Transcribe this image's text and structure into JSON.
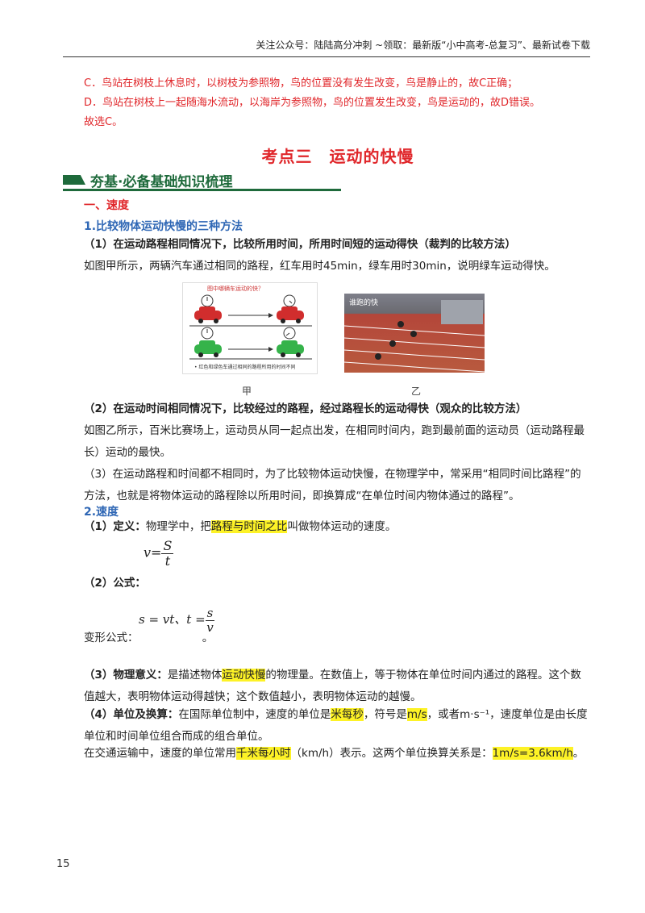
{
  "header": {
    "text": "关注公众号：陆陆高分冲刺 ~领取：最新版“小中高考-总复习”、最新试卷下载"
  },
  "prev_answer": {
    "c": "C．鸟站在树枝上休息时，以树枝为参照物，鸟的位置没有发生改变，鸟是静止的，故C正确；",
    "d": "D．鸟站在树枝上一起随海水流动，以海岸为参照物，鸟的位置发生改变，鸟是运动的，故D错误。",
    "conclusion": "故选C。"
  },
  "title": "考点三　运动的快慢",
  "banner": "夯基·必备基础知识梳理",
  "section1": "一、速度",
  "sub1": "1.比较物体运动快慢的三种方法",
  "method1": {
    "heading": "（1）在运动路程相同情况下，比较所用时间，所用时间短的运动得快（裁判的比较方法）",
    "text": "如图甲所示，两辆汽车通过相同的路程，红车用时45min，绿车用时30min，说明绿车运动得快。"
  },
  "figure1": {
    "title": "图中哪辆车运动的快？",
    "caption": "• 红色和绿色车通过相同的路程所用的时间不同",
    "label": "甲"
  },
  "figure2": {
    "title": "谁跑的快",
    "label": "乙"
  },
  "method2": {
    "heading": "（2）在运动时间相同情况下，比较经过的路程，经过路程长的运动得快（观众的比较方法）",
    "text": "如图乙所示，百米比赛场上，运动员从同一起点出发，在相同时间内，跑到最前面的运动员（运动路程最长）运动的最快。"
  },
  "method3": {
    "text": "（3）在运动路程和时间都不相同时，为了比较物体运动快慢，在物理学中，常采用“相同时间比路程”的方法，也就是将物体运动的路程除以所用时间，即换算成“在单位时间内物体通过的路程”。"
  },
  "sub2": "2.速度",
  "definition": {
    "label": "（1）定义：",
    "pre": "物理学中，把",
    "highlight": "路程与时间之比",
    "post": "叫做物体运动的速度。"
  },
  "formula_main": {
    "lhs": "v",
    "num": "S",
    "den": "t"
  },
  "formula_label": "（2）公式：",
  "variant": {
    "label": "变形公式：",
    "s_eq": "s = vt、t =",
    "num": "s",
    "den": "v",
    "end": "。"
  },
  "meaning": {
    "label": "（3）物理意义：",
    "pre": "是描述物体",
    "highlight": "运动快慢",
    "post": "的物理量。在数值上，等于物体在单位时间内通过的路程。这个数值越大，表明物体运动得越快；这个数值越小，表明物体运动的越慢。"
  },
  "unit": {
    "label": "（4）单位及换算：",
    "pre": "在国际单位制中，速度的单位是",
    "hl1": "米每秒",
    "mid1": "，符号是",
    "hl2": "m/s",
    "post": "，或者m·s⁻¹，速度单位是由长度单位和时间单位组合而成的组合单位。"
  },
  "traffic": {
    "pre": "在交通运输中，速度的单位常用",
    "hl1": "千米每小时",
    "mid": "（km/h）表示。这两个单位换算关系是：",
    "hl2": "1m/s=3.6km/h",
    "end": "。"
  },
  "page_number": "15"
}
